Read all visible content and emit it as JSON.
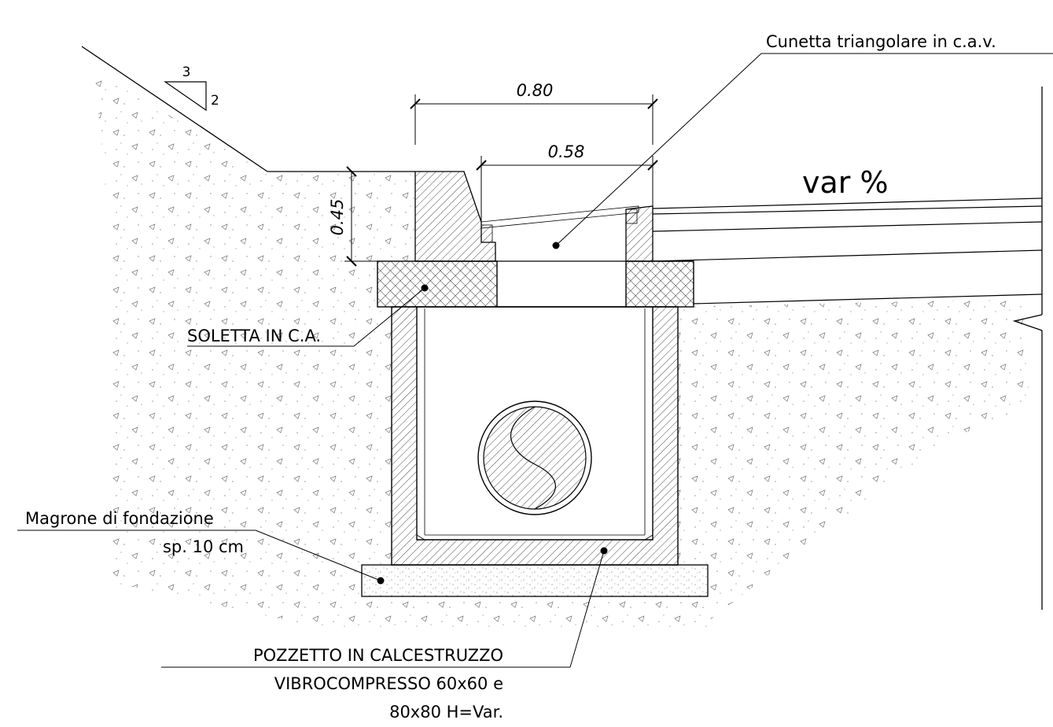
{
  "labels": {
    "cunetta": "Cunetta triangolare in c.a.v.",
    "soletta": "SOLETTA IN C.A.",
    "magrone_line1": "Magrone di fondazione",
    "magrone_line2": "sp. 10 cm",
    "pozzetto_line1": "POZZETTO IN CALCESTRUZZO",
    "pozzetto_line2": "VIBROCOMPRESSO 60x60 e",
    "pozzetto_line3": "80x80 H=Var.",
    "slope_pct": "var %"
  },
  "dimensions": {
    "overall_width": "0.80",
    "inner_width": "0.58",
    "height": "0.45"
  },
  "slope_ratio": {
    "horizontal": "3",
    "vertical": "2"
  },
  "colors": {
    "line": "#000000",
    "background": "#ffffff"
  }
}
